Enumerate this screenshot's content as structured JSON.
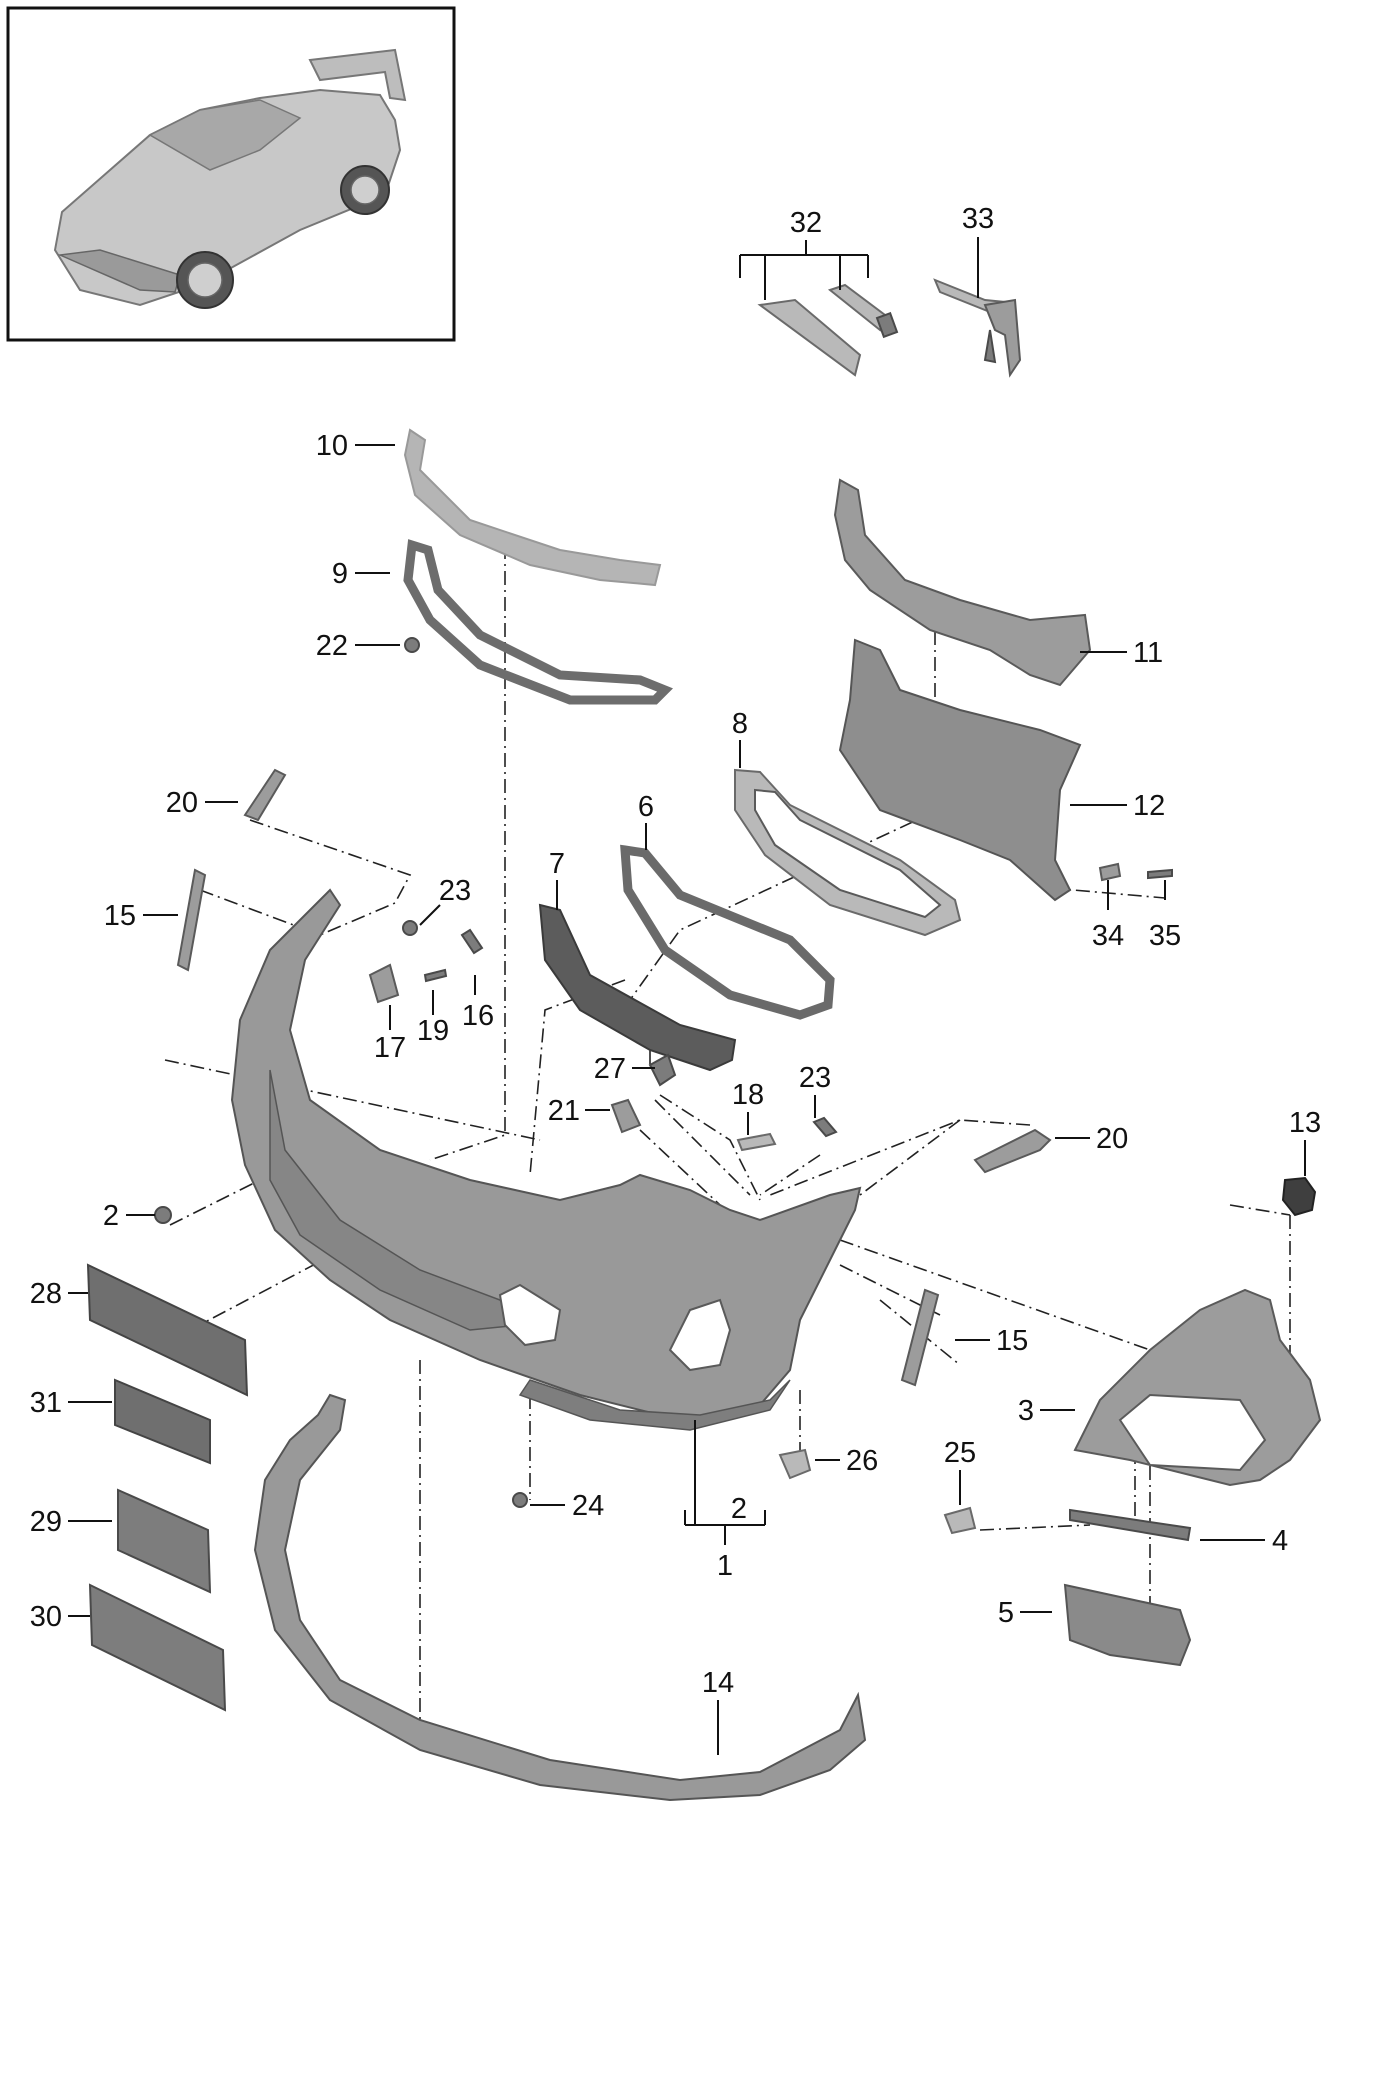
{
  "diagram": {
    "callouts": {
      "c1": "1",
      "c2a": "2",
      "c2b": "2",
      "c3": "3",
      "c4": "4",
      "c5": "5",
      "c6": "6",
      "c7": "7",
      "c8": "8",
      "c9": "9",
      "c10": "10",
      "c11": "11",
      "c12": "12",
      "c13": "13",
      "c14": "14",
      "c15a": "15",
      "c15b": "15",
      "c16": "16",
      "c17": "17",
      "c18": "18",
      "c19": "19",
      "c20a": "20",
      "c20b": "20",
      "c21": "21",
      "c22": "22",
      "c23a": "23",
      "c23b": "23",
      "c24": "24",
      "c25": "25",
      "c26": "26",
      "c27": "27",
      "c28": "28",
      "c29": "29",
      "c30": "30",
      "c31": "31",
      "c32": "32",
      "c33": "33",
      "c34": "34",
      "c35": "35"
    }
  }
}
